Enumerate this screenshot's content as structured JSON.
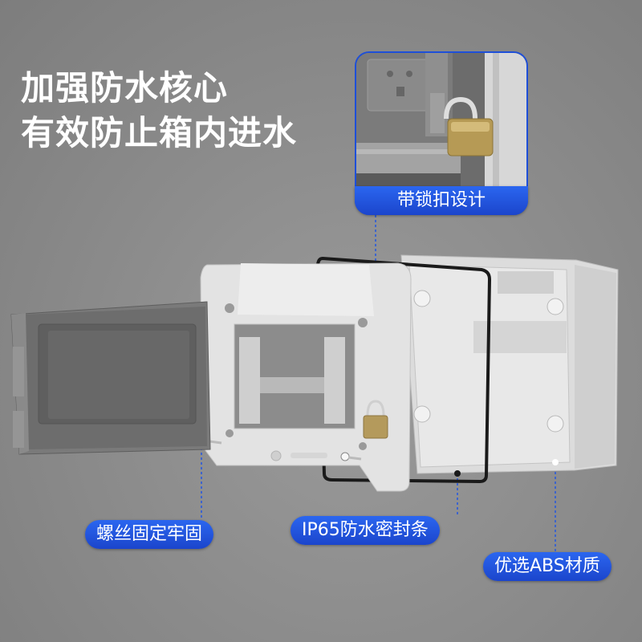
{
  "headline": {
    "line1": "加强防水核心",
    "line2": "有效防止箱内进水"
  },
  "callouts": {
    "lock": "带锁扣设计",
    "screw": "螺丝固定牢固",
    "seal": "IP65防水密封条",
    "material": "优选ABS材质"
  },
  "colors": {
    "background": "#8a8a8a",
    "callout_blue": "#2356e0",
    "text_white": "#ffffff"
  }
}
